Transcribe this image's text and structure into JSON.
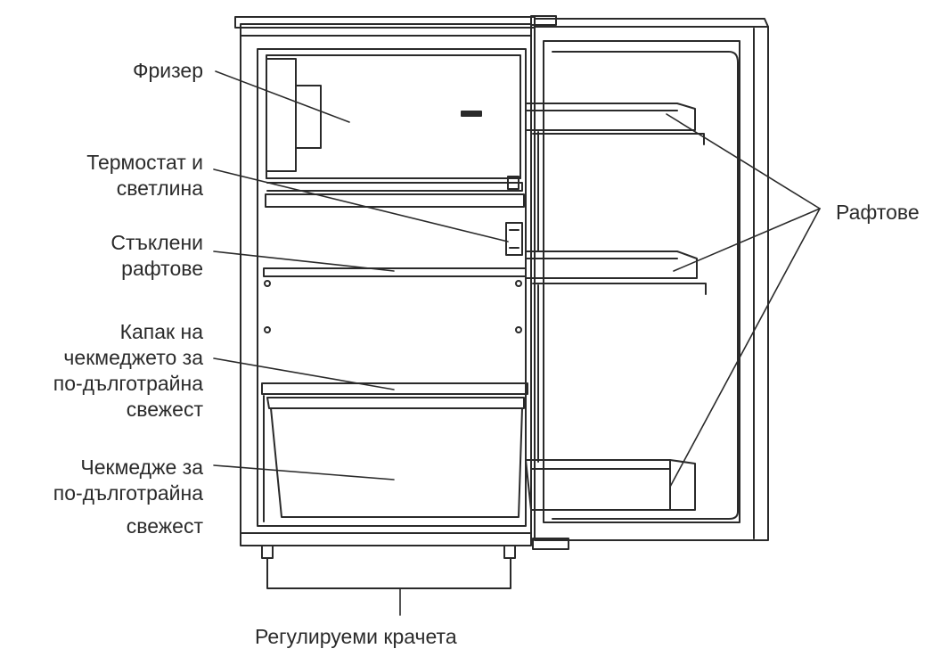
{
  "labels": {
    "freezer": {
      "lines": [
        "Фризер"
      ]
    },
    "thermostat": {
      "lines": [
        "Термостат и",
        "светлина"
      ]
    },
    "glass_shelves": {
      "lines": [
        "Стъклени",
        "рафтове"
      ]
    },
    "crisper_cover": {
      "lines": [
        "Капак на",
        "чекмеджето за",
        "по-дълготрайна",
        "свежест"
      ]
    },
    "crisper_drawer": {
      "lines": [
        "Чекмедже за",
        "по-дълготрайна",
        "свежест"
      ]
    },
    "door_shelves": {
      "lines": [
        "Рафтове"
      ]
    },
    "adjustable_feet": {
      "lines": [
        "Регулируеми крачета"
      ]
    }
  },
  "colors": {
    "line": "#2a2a2a",
    "text": "#2b2b2b",
    "background": "#ffffff"
  }
}
